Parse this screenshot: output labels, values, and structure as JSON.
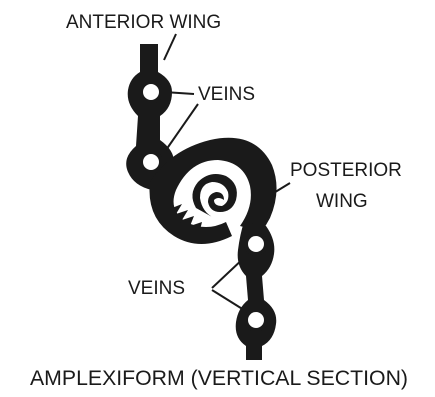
{
  "labels": {
    "anterior_wing": "ANTERIOR WING",
    "veins_upper": "VEINS",
    "posterior_wing_line1": "POSTERIOR",
    "posterior_wing_line2": "WING",
    "veins_lower": "VEINS"
  },
  "caption": "AMPLEXIFORM (VERTICAL SECTION)",
  "colors": {
    "ink": "#1a1a1a",
    "background": "#ffffff"
  }
}
